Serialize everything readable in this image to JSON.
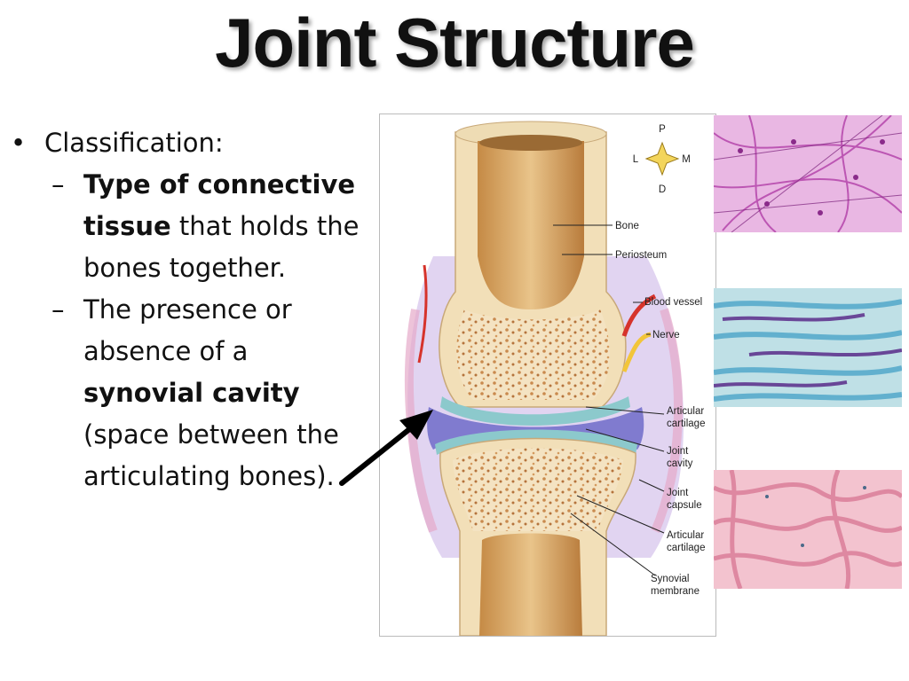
{
  "slide": {
    "title": "Joint Structure",
    "bullet": "Classification:",
    "sub1": {
      "bold": "Type of connective tissue",
      "rest": " that holds the bones together."
    },
    "sub2": {
      "pre": "The presence or absence of a ",
      "bold": "synovial cavity",
      "post": " (space between the articulating bones)."
    }
  },
  "diagram": {
    "compass": {
      "top": "P",
      "left": "L",
      "right": "M",
      "bottom": "D"
    },
    "labels": {
      "bone": "Bone",
      "periosteum": "Periosteum",
      "blood_vessel": "Blood vessel",
      "nerve": "Nerve",
      "articular_cartilage_1a": "Articular",
      "articular_cartilage_1b": "cartilage",
      "joint_cavity_a": "Joint",
      "joint_cavity_b": "cavity",
      "joint_capsule_a": "Joint",
      "joint_capsule_b": "capsule",
      "articular_cartilage_2a": "Articular",
      "articular_cartilage_2b": "cartilage",
      "synovial_membrane_a": "Synovial",
      "synovial_membrane_b": "membrane"
    }
  },
  "colors": {
    "bone": "#f2dfb8",
    "spongy": "#c9864a",
    "cartilage": "#7fc4c8",
    "cavity": "#6f6bc9",
    "capsule": "#c9b6e6",
    "vessel": "#d6332b",
    "nerve": "#f2c53a"
  }
}
